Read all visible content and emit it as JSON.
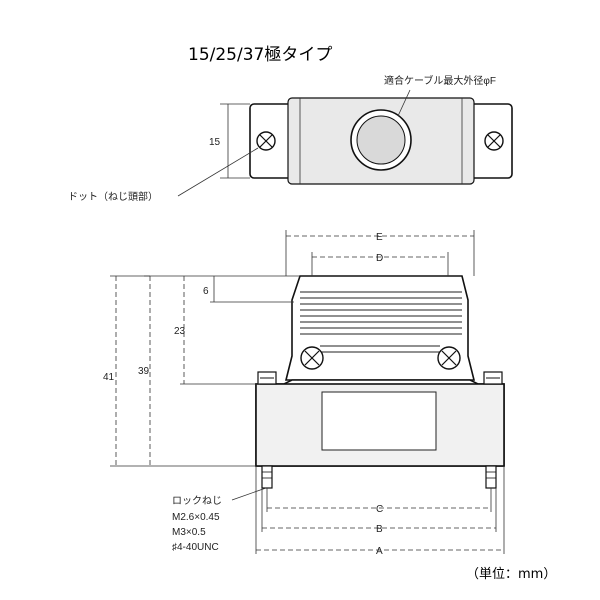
{
  "title": "15/25/37極タイプ",
  "top_view": {
    "cable_label": "適合ケーブル最大外径φF",
    "dot_label": "ドット（ねじ頭部）",
    "dim_height": "15"
  },
  "front_view": {
    "dims": {
      "E": "E",
      "D": "D",
      "C": "C",
      "B": "B",
      "A": "A",
      "h41": "41",
      "h39": "39",
      "h23": "23",
      "h6": "6"
    },
    "lock_screw": {
      "title": "ロックねじ",
      "lines": [
        "M2.6×0.45",
        "M3×0.5",
        "♯4-40UNC"
      ]
    }
  },
  "unit_note": "（単位：mm）"
}
